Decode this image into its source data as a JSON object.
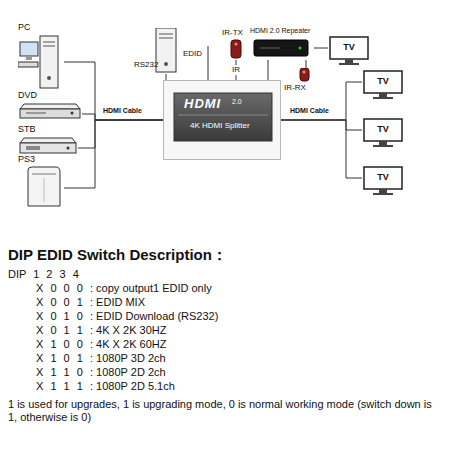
{
  "diagram": {
    "title": "DIP EDID Switch Description：",
    "nodes": [
      {
        "text": [
          "PC"
        ]
      },
      {
        "text": [
          "DVD"
        ]
      },
      {
        "text": [
          "STB"
        ]
      },
      {
        "text": [
          "PS3"
        ]
      },
      {
        "text": [
          "RS232"
        ]
      },
      {
        "text": [
          "IR-TX"
        ]
      },
      {
        "text": [
          "HDMI 2.0 Repeater"
        ]
      },
      {
        "text": [
          "IR-RX"
        ]
      },
      {
        "text": [
          "TV"
        ]
      },
      {
        "text": [
          "HDMI",
          "2.0",
          "4K HDMI Splitter"
        ]
      },
      {
        "text": [
          "TV"
        ]
      },
      {
        "text": [
          "TV"
        ]
      },
      {
        "text": [
          "TV"
        ]
      }
    ],
    "edges": [
      {
        "from": 0,
        "to": 9,
        "arrow": "none"
      },
      {
        "from": 1,
        "to": 9,
        "arrow": "none"
      },
      {
        "from": 2,
        "to": 9,
        "arrow": "none"
      },
      {
        "from": 3,
        "to": 9,
        "arrow": "none"
      },
      {
        "from": 4,
        "to": 9,
        "arrow": "none"
      },
      {
        "from": 5,
        "to": 9,
        "label": "IR",
        "arrow": "none"
      },
      {
        "from": 9,
        "to": 6,
        "arrow": "none"
      },
      {
        "from": 7,
        "to": 6,
        "arrow": "none"
      },
      {
        "from": 6,
        "to": 8,
        "arrow": "none"
      },
      {
        "from": 9,
        "to": 10,
        "arrow": "none"
      },
      {
        "from": 9,
        "to": 11,
        "arrow": "none"
      },
      {
        "from": 9,
        "to": 12,
        "arrow": "none"
      }
    ],
    "labels": [
      "HDMI Cable",
      "EDID",
      "HDMI Cable",
      "DIP 1 2 3 4",
      "X 0 0 0",
      ": copy output1 EDID only",
      "X 0 0 1",
      ": EDID MIX",
      "X 0 1 0",
      ": EDID Download (RS232)",
      "X 0 1 1",
      ": 4K X 2K 30HZ",
      "X 1 0 0",
      ": 4K X 2K 60HZ",
      "X 1 0 1",
      ": 1080P 3D 2ch",
      "X 1 1 0",
      ": 1080P 2D 2ch",
      "X 1 1 1",
      ": 1080P 2D 5.1ch",
      "1 is used for upgrades, 1 is upgrading mode, 0 is normal working mode (switch down is 1, otherwise is 0)"
    ]
  }
}
